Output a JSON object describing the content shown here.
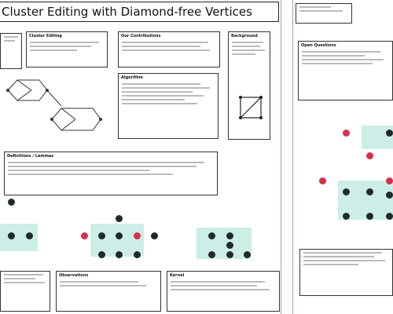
{
  "title": "Cluster Editing with Diamond-free Vertices",
  "colors": {
    "node_dark": "#1e2b2a",
    "node_red": "#d6304d",
    "highlight_teal": "#cdeee7"
  },
  "sections": {
    "problem": {
      "heading": "Cluster Editing"
    },
    "results": {
      "heading": "Our Contributions"
    },
    "subresults": {
      "heading": "Algorithm"
    },
    "diamond": {
      "heading": "Background"
    },
    "definitions": {
      "heading": "Definitions / Lemmas"
    },
    "observations": {
      "heading": "Observations"
    },
    "kernel": {
      "heading": "Kernel"
    },
    "conclusion": {
      "heading": "Open Questions"
    }
  }
}
